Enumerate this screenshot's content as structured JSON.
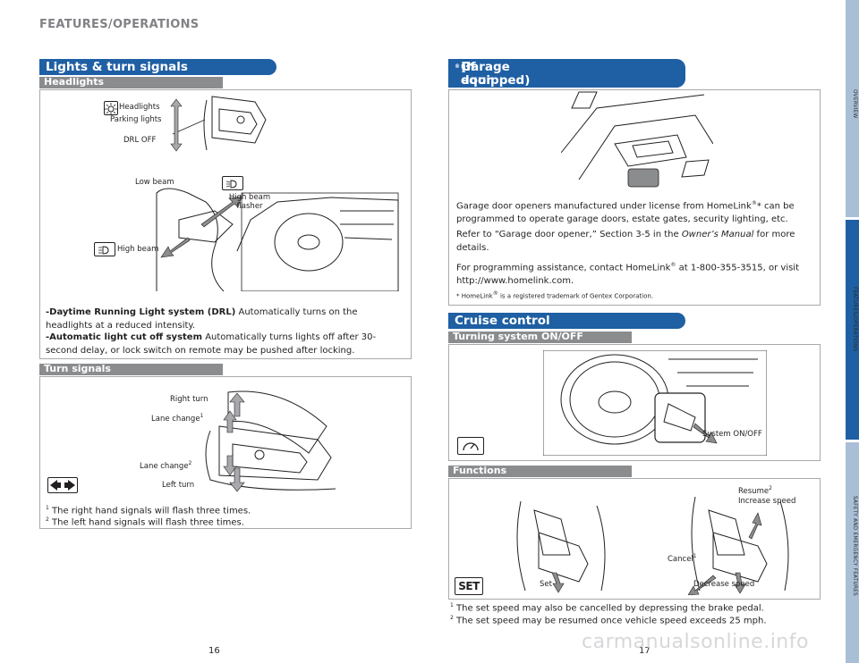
{
  "header": {
    "title": "FEATURES/OPERATIONS"
  },
  "lights": {
    "title": "Lights & turn signals",
    "headlights_sub": "Headlights",
    "labels": {
      "headlights": "Headlights",
      "parking": "Parking lights",
      "drl_off": "DRL OFF",
      "low_beam": "Low beam",
      "high_beam_flasher": "High beam flasher",
      "high_beam": "High beam"
    },
    "drl_bold": "-Daytime Running Light system (DRL)",
    "drl_text": "Automatically turns on the headlights at a reduced intensity.",
    "auto_bold": "-Automatic light cut off system",
    "auto_text": "Automatically turns lights off after 30-second delay, or lock switch on remote may be pushed after locking."
  },
  "turn": {
    "sub": "Turn signals",
    "labels": {
      "right_turn": "Right turn",
      "lane_change1": "Lane change",
      "lane_change2": "Lane change",
      "left_turn": "Left turn"
    },
    "note1": "The right hand signals will flash three times.",
    "note2": "The left hand signals will flash three times."
  },
  "garage": {
    "title1": "Garage door opener (HomeLink",
    "title_reg": "®",
    "title2": ")*",
    "title3": "(if equipped)",
    "p1a": "Garage door openers manufactured under license from HomeLink",
    "p1b": "* can be programmed to operate garage doors, estate gates, security lighting, etc.",
    "p2a": "Refer to “Garage door opener,” Section 3-5 in the ",
    "p2b": "Owner’s Manual",
    "p2c": " for more details.",
    "p3a": "For programming assistance, contact HomeLink",
    "p3b": " at 1-800-355-3515, or visit http://www.homelink.com.",
    "foot_a": "* HomeLink",
    "foot_b": " is a registered trademark of Gentex Corporation."
  },
  "cruise": {
    "title": "Cruise control",
    "sub_on": "Turning system ON/OFF",
    "system_label": "System ON/OFF",
    "sub_func": "Functions",
    "labels": {
      "resume": "Resume",
      "increase": "Increase speed",
      "cancel": "Cancel",
      "set": "Set",
      "decrease": "Decrease speed",
      "set_icon": "SET"
    },
    "note1": "The set speed may also be cancelled by depressing the brake pedal.",
    "note2": "The set speed may be resumed once vehicle speed exceeds 25 mph."
  },
  "pages": {
    "left": "16",
    "right": "17"
  },
  "side_tabs": [
    "OVERVIEW",
    "FEATURES/OPERATIONS",
    "SAFETY AND EMERGENCY FEATURES"
  ],
  "watermark": "carmanualsonline.info",
  "colors": {
    "accent": "#1f5fa3",
    "sub_bar": "#8a8c8e",
    "tab_inactive": "#a9bfd6"
  }
}
